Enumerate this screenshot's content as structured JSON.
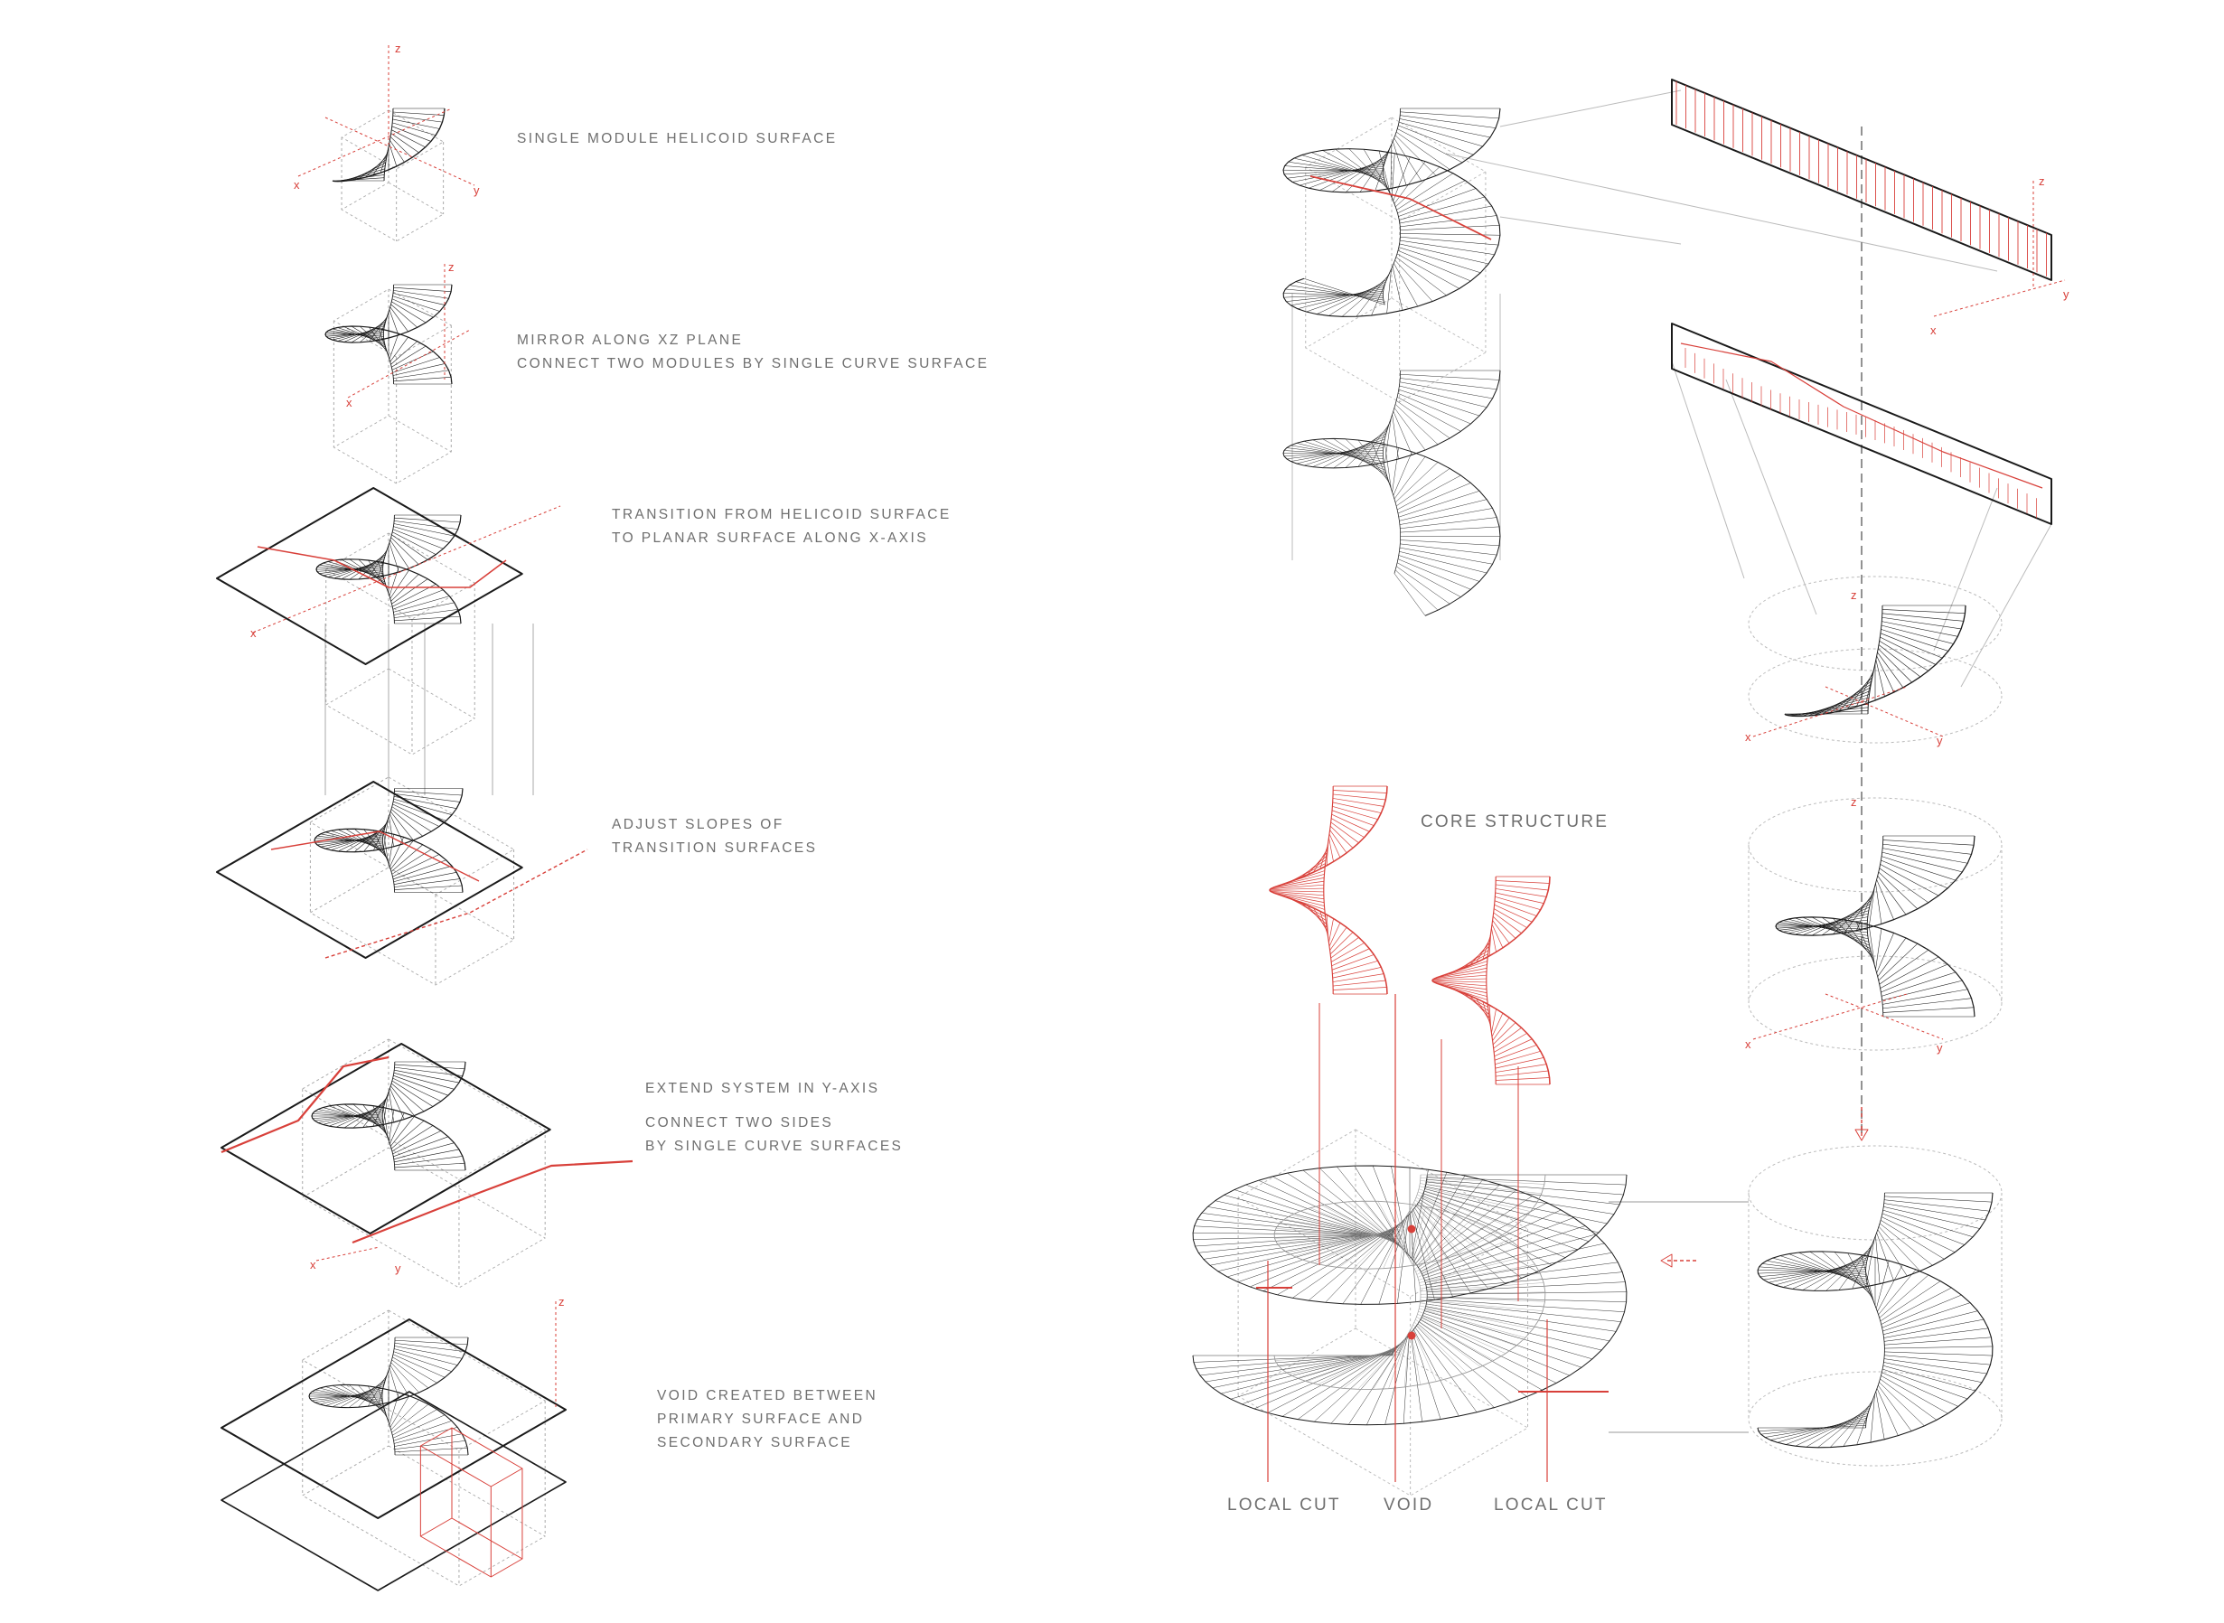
{
  "steps": [
    {
      "lines": [
        "SINGLE MODULE HELICOID SURFACE"
      ]
    },
    {
      "lines": [
        "MIRROR ALONG XZ PLANE",
        "CONNECT TWO MODULES BY SINGLE CURVE SURFACE"
      ]
    },
    {
      "lines": [
        "TRANSITION FROM HELICOID SURFACE",
        "TO PLANAR SURFACE ALONG X-AXIS"
      ]
    },
    {
      "lines": [
        "ADJUST SLOPES OF",
        "TRANSITION SURFACES"
      ]
    },
    {
      "lines": [
        "EXTEND SYSTEM IN Y-AXIS"
      ]
    },
    {
      "lines": [
        "CONNECT TWO SIDES",
        "BY SINGLE CURVE SURFACES"
      ]
    },
    {
      "lines": [
        "VOID CREATED BETWEEN",
        "PRIMARY SURFACE AND",
        "SECONDARY SURFACE"
      ]
    }
  ],
  "labels": {
    "core_structure": "CORE STRUCTURE",
    "local_cut_left": "LOCAL CUT",
    "void": "VOID",
    "local_cut_right": "LOCAL CUT"
  },
  "axes": {
    "x": "x",
    "y": "y",
    "z": "z"
  },
  "colors": {
    "ink": "#1a1a1a",
    "accent": "#d8403a",
    "guide": "#9a9a9a",
    "text": "#6f6f6f"
  }
}
